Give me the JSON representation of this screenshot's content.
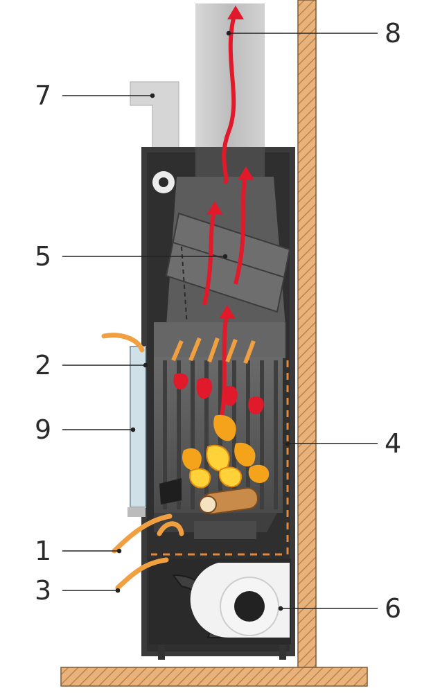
{
  "diagram": {
    "callouts": [
      {
        "id": "1",
        "label": "1"
      },
      {
        "id": "2",
        "label": "2"
      },
      {
        "id": "3",
        "label": "3"
      },
      {
        "id": "4",
        "label": "4"
      },
      {
        "id": "5",
        "label": "5"
      },
      {
        "id": "6",
        "label": "6"
      },
      {
        "id": "7",
        "label": "7"
      },
      {
        "id": "8",
        "label": "8"
      },
      {
        "id": "9",
        "label": "9"
      }
    ],
    "colors": {
      "body": "#3a3a3a",
      "body_dark": "#262626",
      "inner": "#585858",
      "chimney": "#c9c9c9",
      "wood": "#e8b27a",
      "wood_hatch": "#b9834f",
      "flame_red": "#e01a2a",
      "flame_orange": "#f5a31a",
      "flame_yellow": "#ffd23a",
      "air_arrow": "#f0a040",
      "leader": "#222222"
    }
  }
}
